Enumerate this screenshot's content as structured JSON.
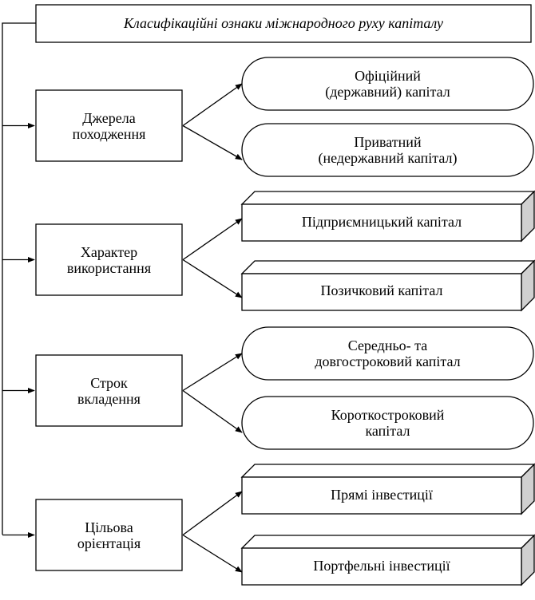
{
  "title": "Класифікаційні ознаки міжнародного руху капіталу",
  "categories": [
    {
      "label": "Джерела\nпоходження",
      "items": [
        {
          "label": "Офіційний\n(державний) капітал",
          "shape": "rounded"
        },
        {
          "label": "Приватний\n(недержавний капітал)",
          "shape": "rounded"
        }
      ]
    },
    {
      "label": "Характер\nвикористання",
      "items": [
        {
          "label": "Підприємницький капітал",
          "shape": "box3d"
        },
        {
          "label": "Позичковий капітал",
          "shape": "box3d"
        }
      ]
    },
    {
      "label": "Строк\nвкладення",
      "items": [
        {
          "label": "Середньо- та\nдовгостроковий капітал",
          "shape": "rounded"
        },
        {
          "label": "Короткостроковий\nкапітал",
          "shape": "rounded"
        }
      ]
    },
    {
      "label": "Цільова\nорієнтація",
      "items": [
        {
          "label": "Прямі інвестиції",
          "shape": "box3d"
        },
        {
          "label": "Портфельні інвестиції",
          "shape": "box3d"
        }
      ]
    }
  ],
  "colors": {
    "line": "#000000",
    "fill": "#ffffff",
    "shade": "#d0d0d0"
  }
}
